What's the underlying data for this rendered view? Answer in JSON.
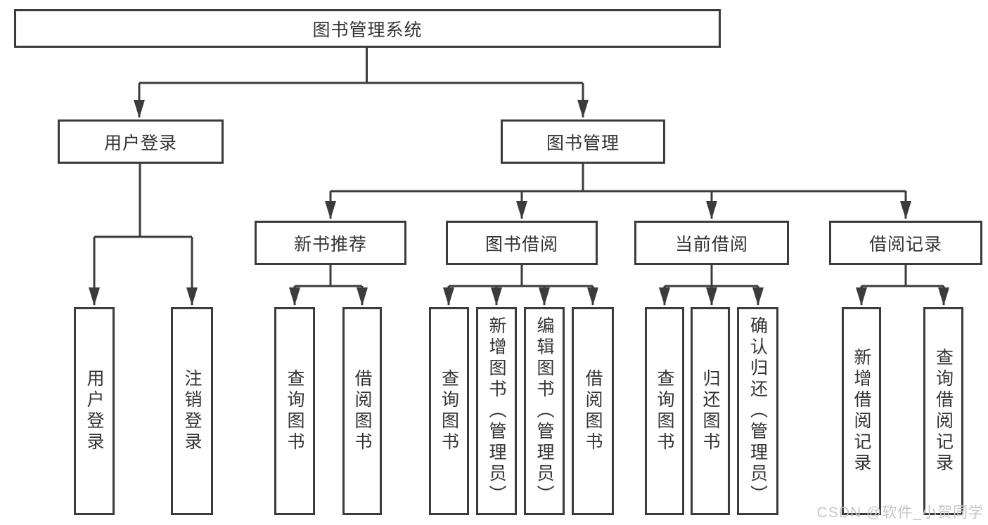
{
  "diagram": {
    "root": {
      "label": "图书管理系统"
    },
    "level2": [
      {
        "id": "user-login",
        "label": "用户登录"
      },
      {
        "id": "book-management",
        "label": "图书管理"
      }
    ],
    "level3": [
      {
        "id": "new-book-recommend",
        "label": "新书推荐"
      },
      {
        "id": "book-borrow",
        "label": "图书借阅"
      },
      {
        "id": "current-borrow",
        "label": "当前借阅"
      },
      {
        "id": "borrow-record",
        "label": "借阅记录"
      }
    ],
    "leaves": {
      "user_login": [
        "用户登录",
        "注销登录"
      ],
      "new_book": [
        "查询图书",
        "借阅图书"
      ],
      "book_borrow": [
        "查询图书",
        "新增图书（管理员）",
        "编辑图书（管理员）",
        "借阅图书"
      ],
      "current_borrow": [
        "查询图书",
        "归还图书",
        "确认归还（管理员）"
      ],
      "borrow_record": [
        "新增借阅记录",
        "查询借阅记录"
      ]
    }
  },
  "watermark": {
    "text": "CSDN @软件_小贺同学"
  },
  "colors": {
    "line": "#3b3b3b",
    "text": "#333333",
    "watermark": "#c6c6c6",
    "background": "#ffffff"
  }
}
